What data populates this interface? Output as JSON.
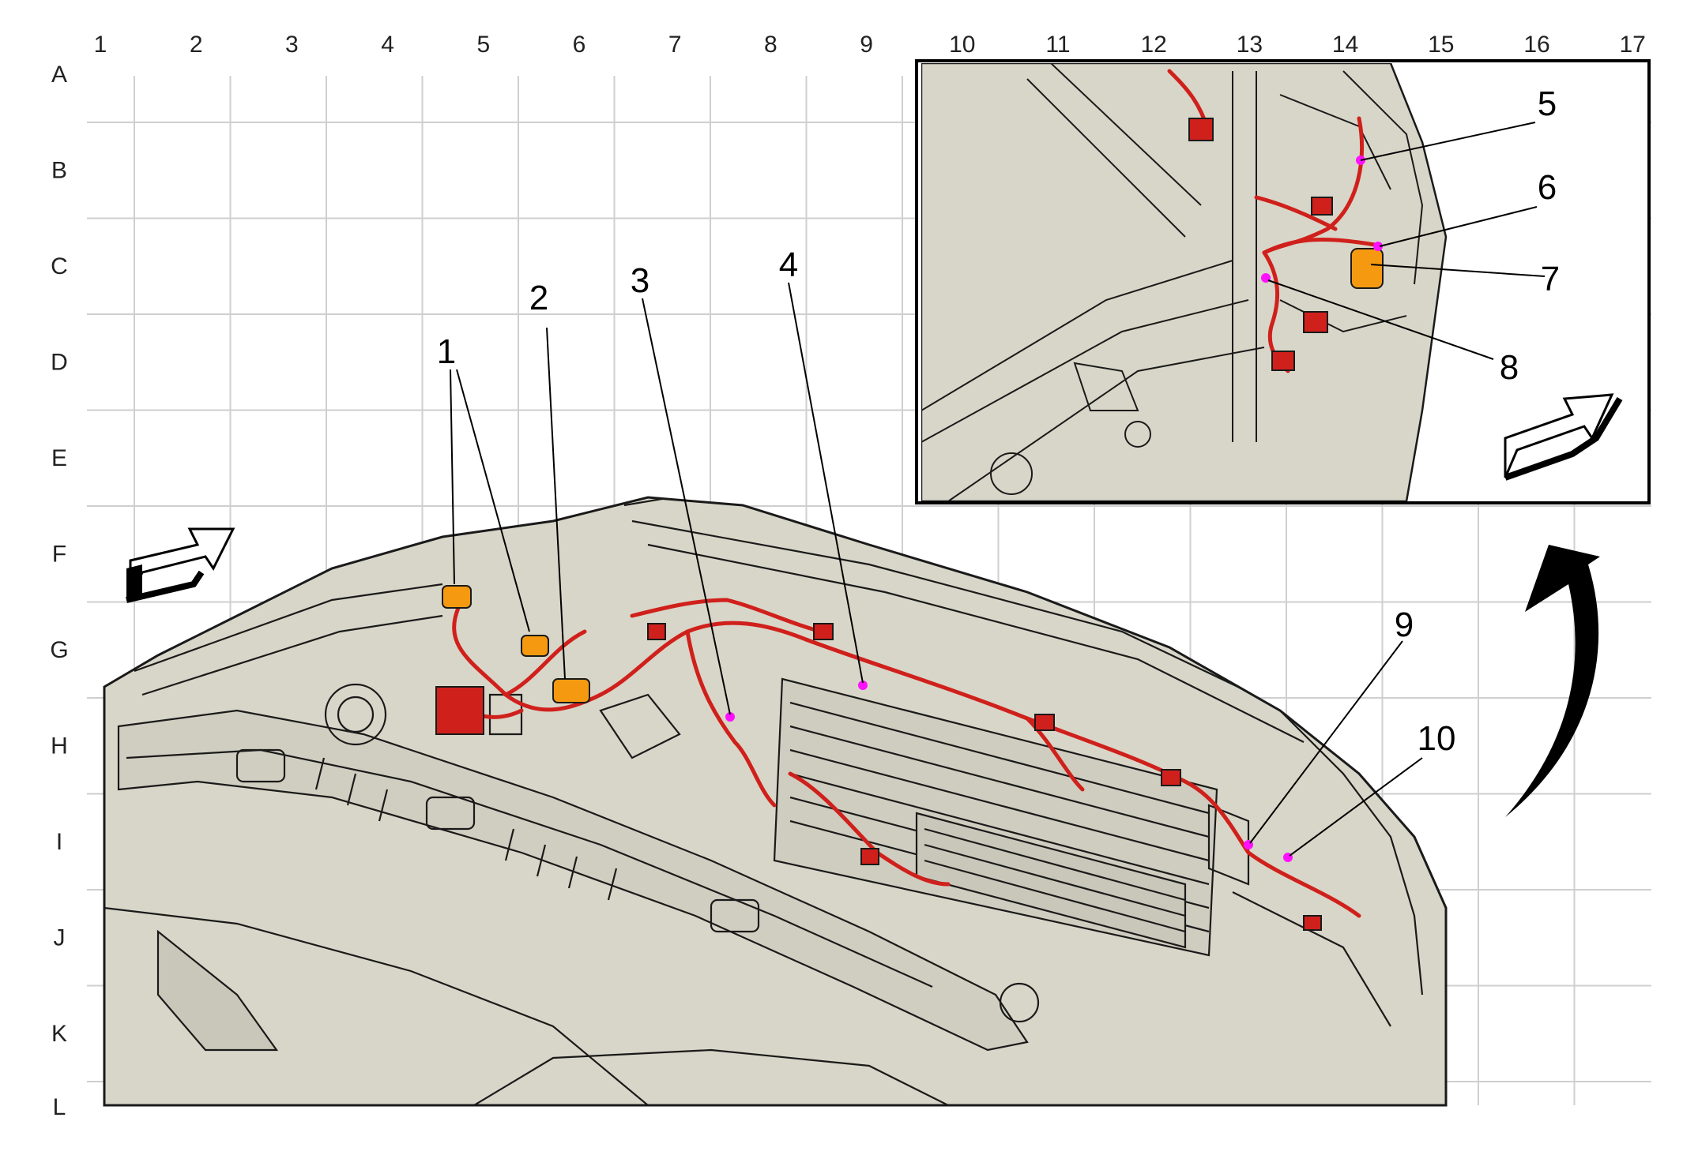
{
  "grid": {
    "columns": [
      "1",
      "2",
      "3",
      "4",
      "5",
      "6",
      "7",
      "8",
      "9",
      "10",
      "11",
      "12",
      "13",
      "14",
      "15",
      "16",
      "17"
    ],
    "rows": [
      "A",
      "B",
      "C",
      "D",
      "E",
      "F",
      "G",
      "H",
      "I",
      "J",
      "K",
      "L"
    ]
  },
  "callouts": [
    "1",
    "2",
    "3",
    "4",
    "5",
    "6",
    "7",
    "8",
    "9",
    "10"
  ],
  "colors": {
    "vehicle_fill": "#d8d6c8",
    "outline": "#1a1a1a",
    "harness": "#d0201c",
    "connector": "#f59a10",
    "marker": "#ff10ff",
    "grid": "#cfcfcf"
  },
  "icons": [
    "direction-arrow-icon",
    "rotate-view-arrow-icon"
  ]
}
